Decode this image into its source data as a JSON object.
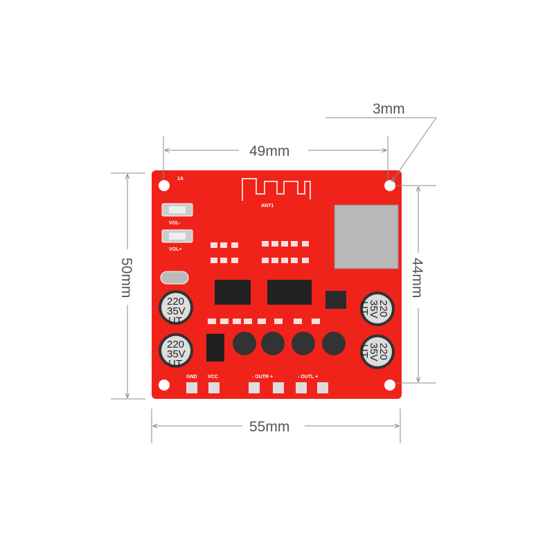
{
  "dimensions": {
    "hole_spacing_width": "49mm",
    "hole_diameter": "3mm",
    "board_height": "50mm",
    "hole_spacing_height": "44mm",
    "board_width": "55mm"
  },
  "board": {
    "color": "#f0231b",
    "antenna_label": "ANT1",
    "button_labels": [
      "VOL-",
      "VOL+"
    ],
    "capacitor_lines": [
      "220",
      "35V",
      "UT"
    ],
    "terminal_labels": {
      "gnd": "GND",
      "vcc": "VCC",
      "outr": "- OUTR +",
      "outl": "- OUTL +"
    },
    "corner_label": "1A"
  }
}
